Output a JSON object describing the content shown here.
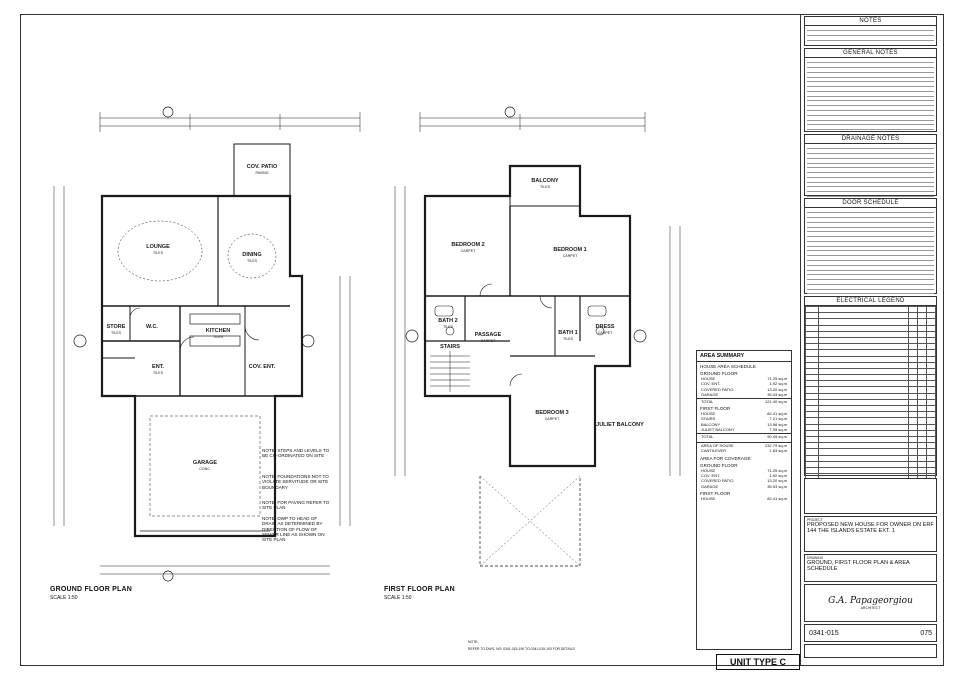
{
  "ground_floor": {
    "caption": "GROUND FLOOR PLAN",
    "scale": "SCALE 1:50",
    "rooms": [
      {
        "name": "LOUNGE",
        "sub": "TILES"
      },
      {
        "name": "DINING",
        "sub": "TILES"
      },
      {
        "name": "COV. PATIO",
        "sub": "PAVING"
      },
      {
        "name": "STORE",
        "sub": "TILES"
      },
      {
        "name": "KITCHEN",
        "sub": "TILES"
      },
      {
        "name": "ENT.",
        "sub": "TILES"
      },
      {
        "name": "GARAGE",
        "sub": "CONC."
      },
      {
        "name": "W.C.",
        "sub": ""
      },
      {
        "name": "COV. ENT.",
        "sub": ""
      }
    ],
    "notes": [
      "NOTE: STEPS AND LEVELS TO BE CO-ORDINATED ON SITE",
      "NOTE: FOUNDATIONS NOT TO VIOLATE SERVITUDE OR SITE BOUNDARY",
      "NOTE: FOR PAVING REFER TO SITE PLAN",
      "NOTE: DWP TO HEAD OF DRAIN AS DETERMINED BY DIRECTION OF FLOW OF SEWER LINE AS SHOWN ON SITE PLAN"
    ]
  },
  "first_floor": {
    "caption": "FIRST FLOOR PLAN",
    "scale": "SCALE 1:50",
    "rooms": [
      {
        "name": "BEDROOM 2",
        "sub": "CARPET"
      },
      {
        "name": "BEDROOM 1",
        "sub": "CARPET"
      },
      {
        "name": "BALCONY",
        "sub": "TILES"
      },
      {
        "name": "BATH 2",
        "sub": "TILES"
      },
      {
        "name": "PASSAGE",
        "sub": "CARPET"
      },
      {
        "name": "BATH 1",
        "sub": "TILES"
      },
      {
        "name": "DRESS",
        "sub": "CARPET"
      },
      {
        "name": "STAIRS",
        "sub": ""
      },
      {
        "name": "BEDROOM 3",
        "sub": "CARPET"
      },
      {
        "name": "JULIET BALCONY",
        "sub": ""
      }
    ]
  },
  "area_summary": {
    "title": "AREA SUMMARY",
    "schedule_title": "HOUSE AREA SCHEDULE",
    "ground_title": "GROUND FLOOR",
    "ground_rows": [
      {
        "label": "HOUSE",
        "value": "71.25 sq.m"
      },
      {
        "label": "COV. ENT.",
        "value": "1.92 sq.m"
      },
      {
        "label": "COVERED PATIO",
        "value": "13.20 sq.m"
      },
      {
        "label": "GARAGE",
        "value": "35.03 sq.m"
      }
    ],
    "ground_total": {
      "label": "TOTAL",
      "value": "121.40 sq.m"
    },
    "first_title": "FIRST FLOOR",
    "first_rows": [
      {
        "label": "HOUSE",
        "value": "82.41 sq.m"
      },
      {
        "label": "STAIRS",
        "value": "7.21 sq.m"
      },
      {
        "label": "BALCONY",
        "value": "13.98 sq.m"
      },
      {
        "label": "JULIET BALCONY",
        "value": "7.09 sq.m"
      }
    ],
    "first_total": {
      "label": "TOTAL",
      "value": "90.49 sq.m"
    },
    "house_area": {
      "label": "AREA OF HOUSE",
      "value": "232.79 sq.m"
    },
    "cantilever": {
      "label": "CANTILEVER",
      "value": "1.83 sq.m"
    },
    "coverage_title": "AREA FOR COVERAGE",
    "unit_type": "UNIT TYPE C"
  },
  "title_block": {
    "notes_title": "NOTES",
    "general_notes_title": "GENERAL NOTES",
    "drainage_notes_title": "DRAINAGE NOTES",
    "door_schedule_title": "DOOR SCHEDULE",
    "electrical_legend_title": "ELECTRICAL LEGEND",
    "project_label": "PROJECT",
    "project_text": "PROPOSED NEW HOUSE FOR OWNER ON ERF 144 THE ISLANDS ESTATE EXT. 1",
    "drawing_label": "DRAWING",
    "drawing_text": "GROUND, FIRST FLOOR PLAN & AREA SCHEDULE",
    "architect": "G.A. Papageorgiou",
    "architect_sub": "ARCHITECT",
    "project_no": "0341-015",
    "drawing_no": "075",
    "footer": "REFER TO DWG. NO: 0341-015-190 TO 0341-015-193 FOR DETAILS",
    "footer_label": "NOTE:"
  },
  "colors": {
    "ink": "#1a1a1a",
    "paper": "#ffffff",
    "grid": "#888888"
  }
}
